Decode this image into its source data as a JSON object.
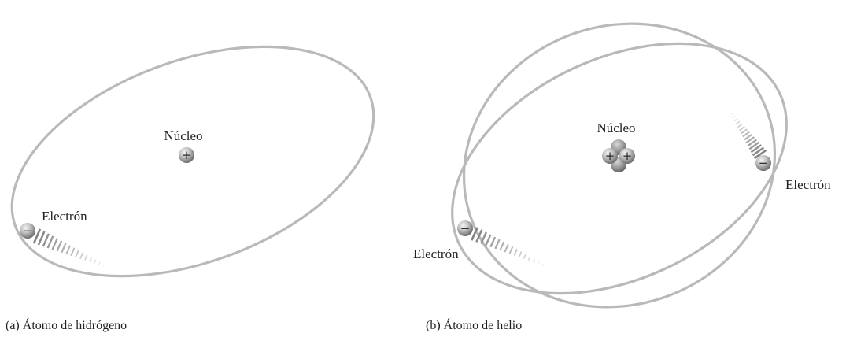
{
  "panel_a": {
    "nucleus_label": "Núcleo",
    "electron_label": "Electrón",
    "caption": "(a) Átomo de hidrógeno",
    "nucleus_sign": "+",
    "electron_sign": "−"
  },
  "panel_b": {
    "nucleus_label": "Núcleo",
    "electron_label_right": "Electrón",
    "electron_label_left": "Electrón",
    "caption": "(b) Átomo de helio",
    "proton_sign": "+",
    "electron_sign": "−"
  },
  "colors": {
    "orbit": "#b9b9b9",
    "text": "#231f20"
  }
}
